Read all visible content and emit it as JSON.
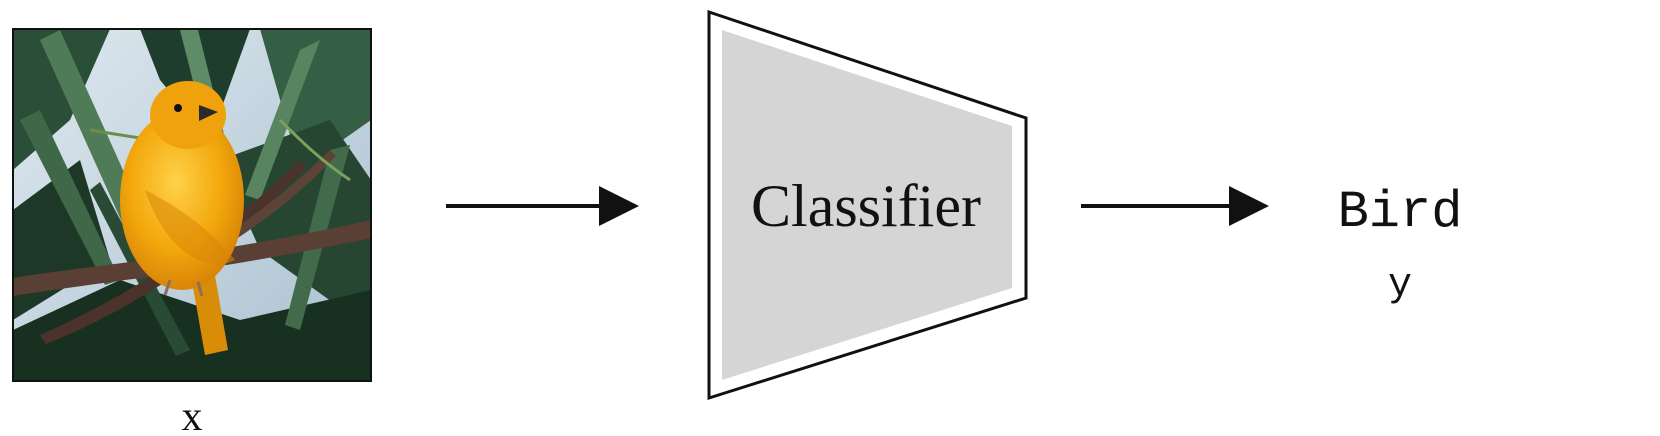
{
  "input": {
    "variable": "x",
    "image_subject": "yellow-bird-on-branch"
  },
  "classifier": {
    "label": "Classifier"
  },
  "output": {
    "class_name": "Bird",
    "variable": "y"
  },
  "colors": {
    "stroke": "#111111",
    "classifier_fill": "#d5d5d5",
    "bird_body": "#f2a10c",
    "bird_shadow": "#d27f05",
    "foliage_dark": "#1d3b2b",
    "foliage_mid": "#2f5a3f",
    "branch": "#5a3f35"
  }
}
